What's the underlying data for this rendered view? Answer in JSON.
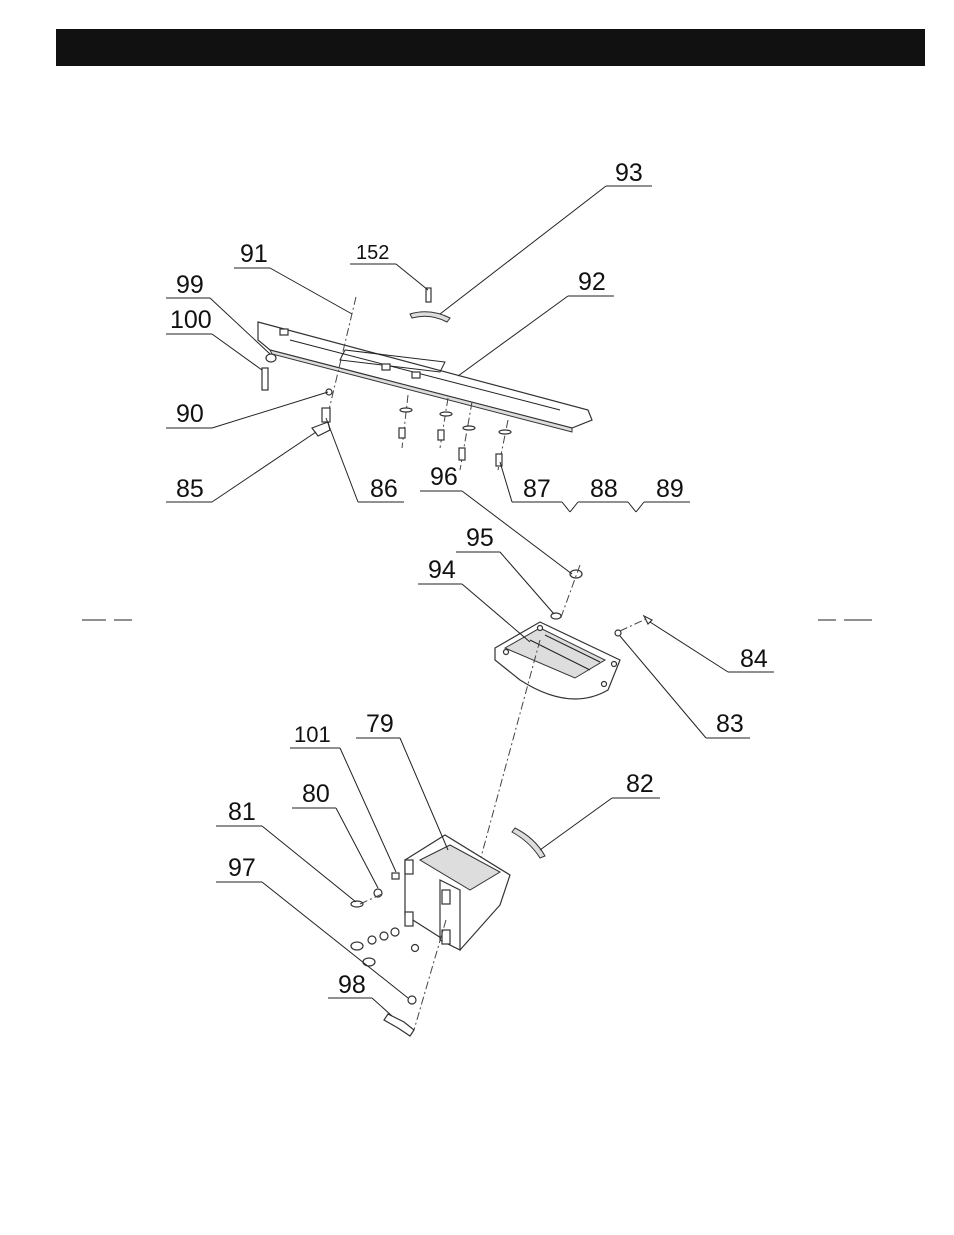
{
  "header_bar": {
    "color": "#111111"
  },
  "callouts": {
    "c93": "93",
    "c152": "152",
    "c91": "91",
    "c92": "92",
    "c99": "99",
    "c100": "100",
    "c90": "90",
    "c85": "85",
    "c86": "86",
    "c96": "96",
    "c87": "87",
    "c88": "88",
    "c89": "89",
    "c95": "95",
    "c94": "94",
    "c84": "84",
    "c83": "83",
    "c101": "101",
    "c79": "79",
    "c80": "80",
    "c82": "82",
    "c81": "81",
    "c97": "97",
    "c98": "98"
  }
}
